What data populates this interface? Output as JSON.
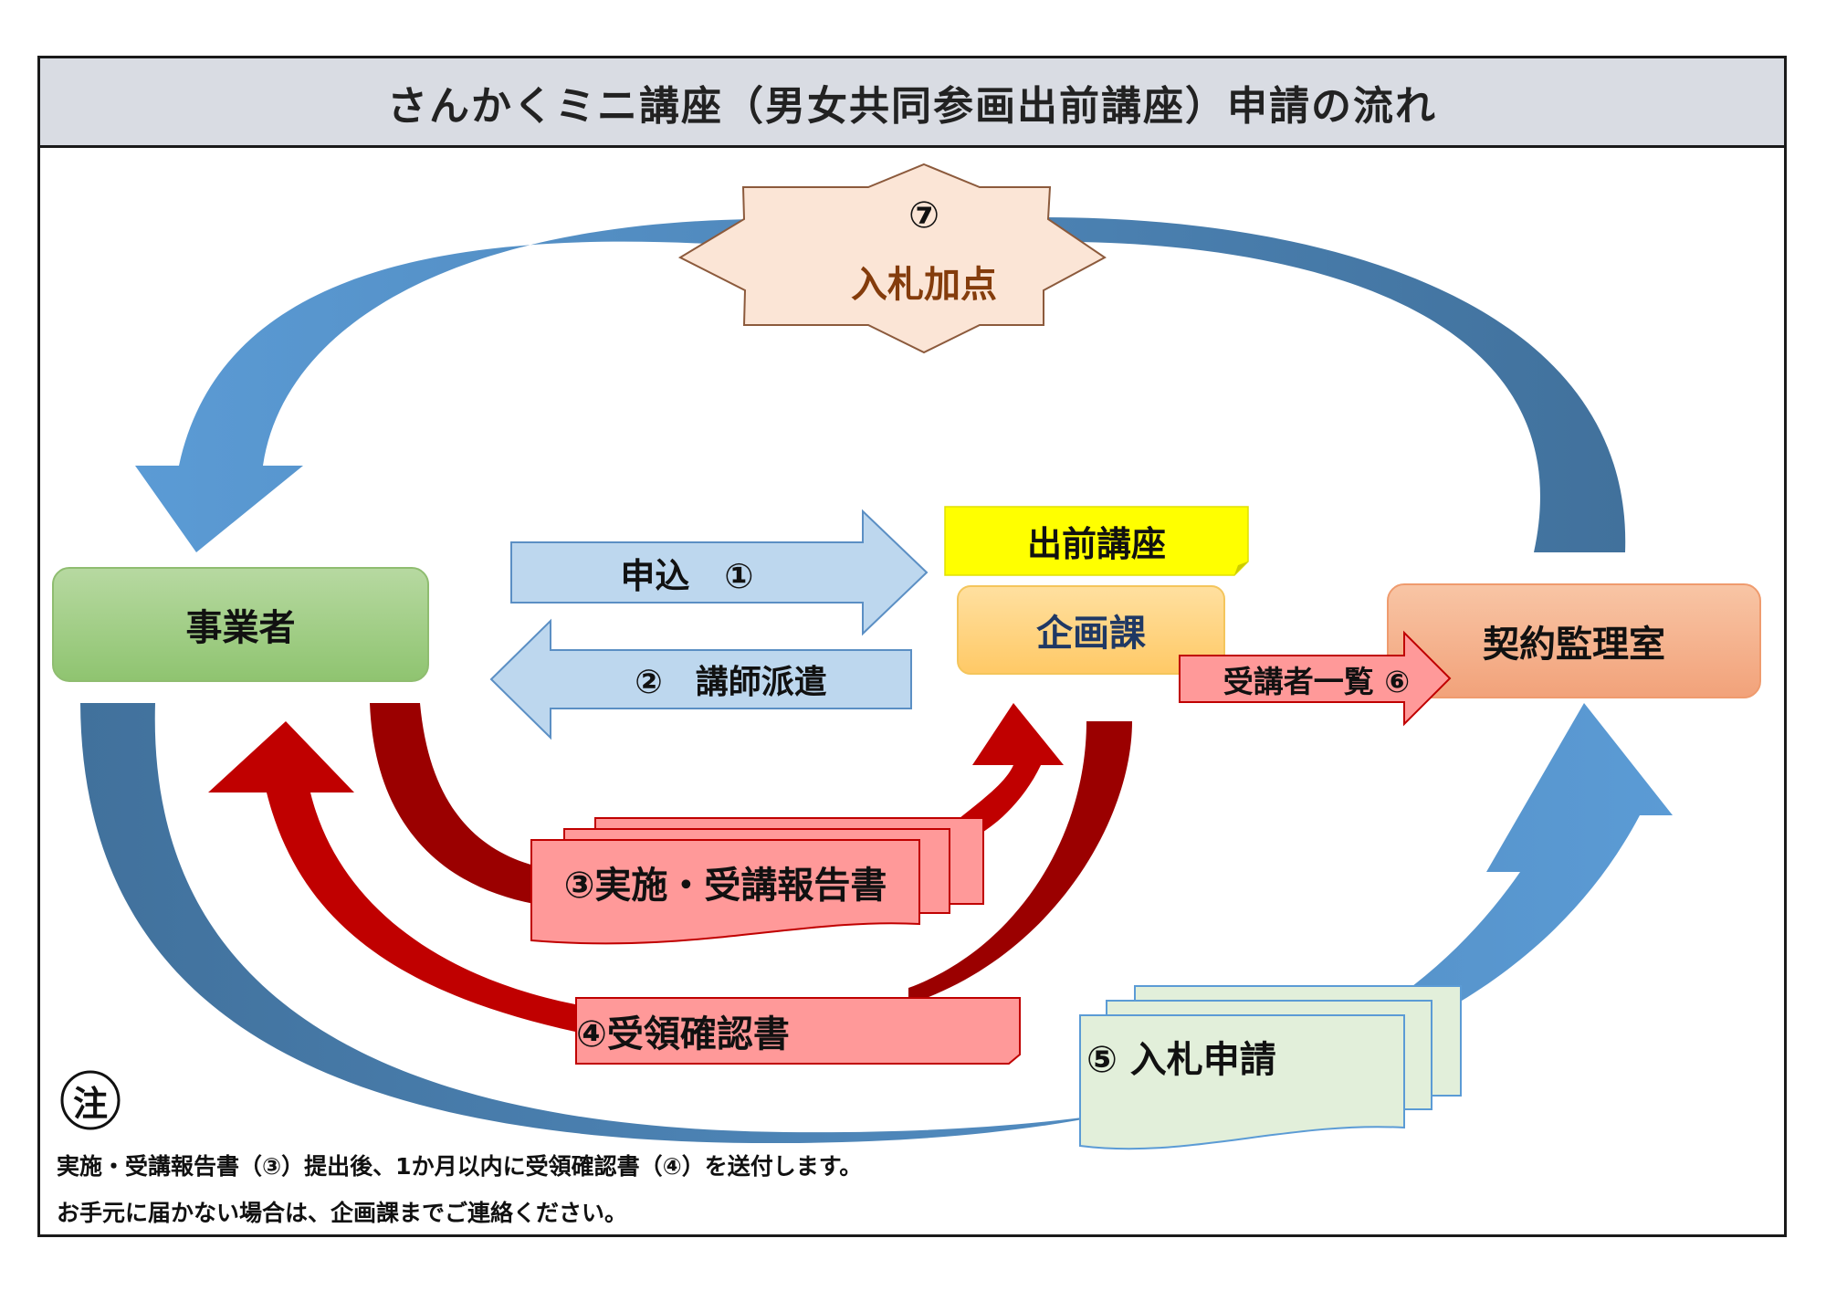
{
  "title": "さんかくミニ講座（男女共同参画出前講座）申請の流れ",
  "nodes": {
    "jigyosha": "事業者",
    "kikakuka": "企画課",
    "keiyaku": "契約監理室",
    "demae_tag": "出前講座"
  },
  "steps": {
    "s1": "申込　①",
    "s2": "②　講師派遣",
    "s3": "③実施・受講報告書",
    "s4": "④受領確認書",
    "s5": "⑤ 入札申請",
    "s6": "受講者一覧 ⑥",
    "s7_num": "⑦",
    "s7_label": "入札加点"
  },
  "note": {
    "mark": "注",
    "line1": "実施・受講報告書（③）提出後、1か月以内に受領確認書（④）を送付します。",
    "line2": "お手元に届かない場合は、企画課までご連絡ください。"
  },
  "colors": {
    "blue_arrow": "#5b9bd5",
    "blue_arrow_dark": "#4a7fb0",
    "light_blue": "#bdd7ee",
    "red_arrow": "#c00000",
    "dark_red": "#9b0000",
    "pink_doc": "#ff9999",
    "green_box": "#a9d18e",
    "orange_box": "#ffd580",
    "salmon_box": "#f4b183",
    "yellow_tag": "#ffff00",
    "star_fill": "#fbe5d6"
  },
  "icons": [
    "star-burst-icon",
    "circle-note-icon"
  ]
}
